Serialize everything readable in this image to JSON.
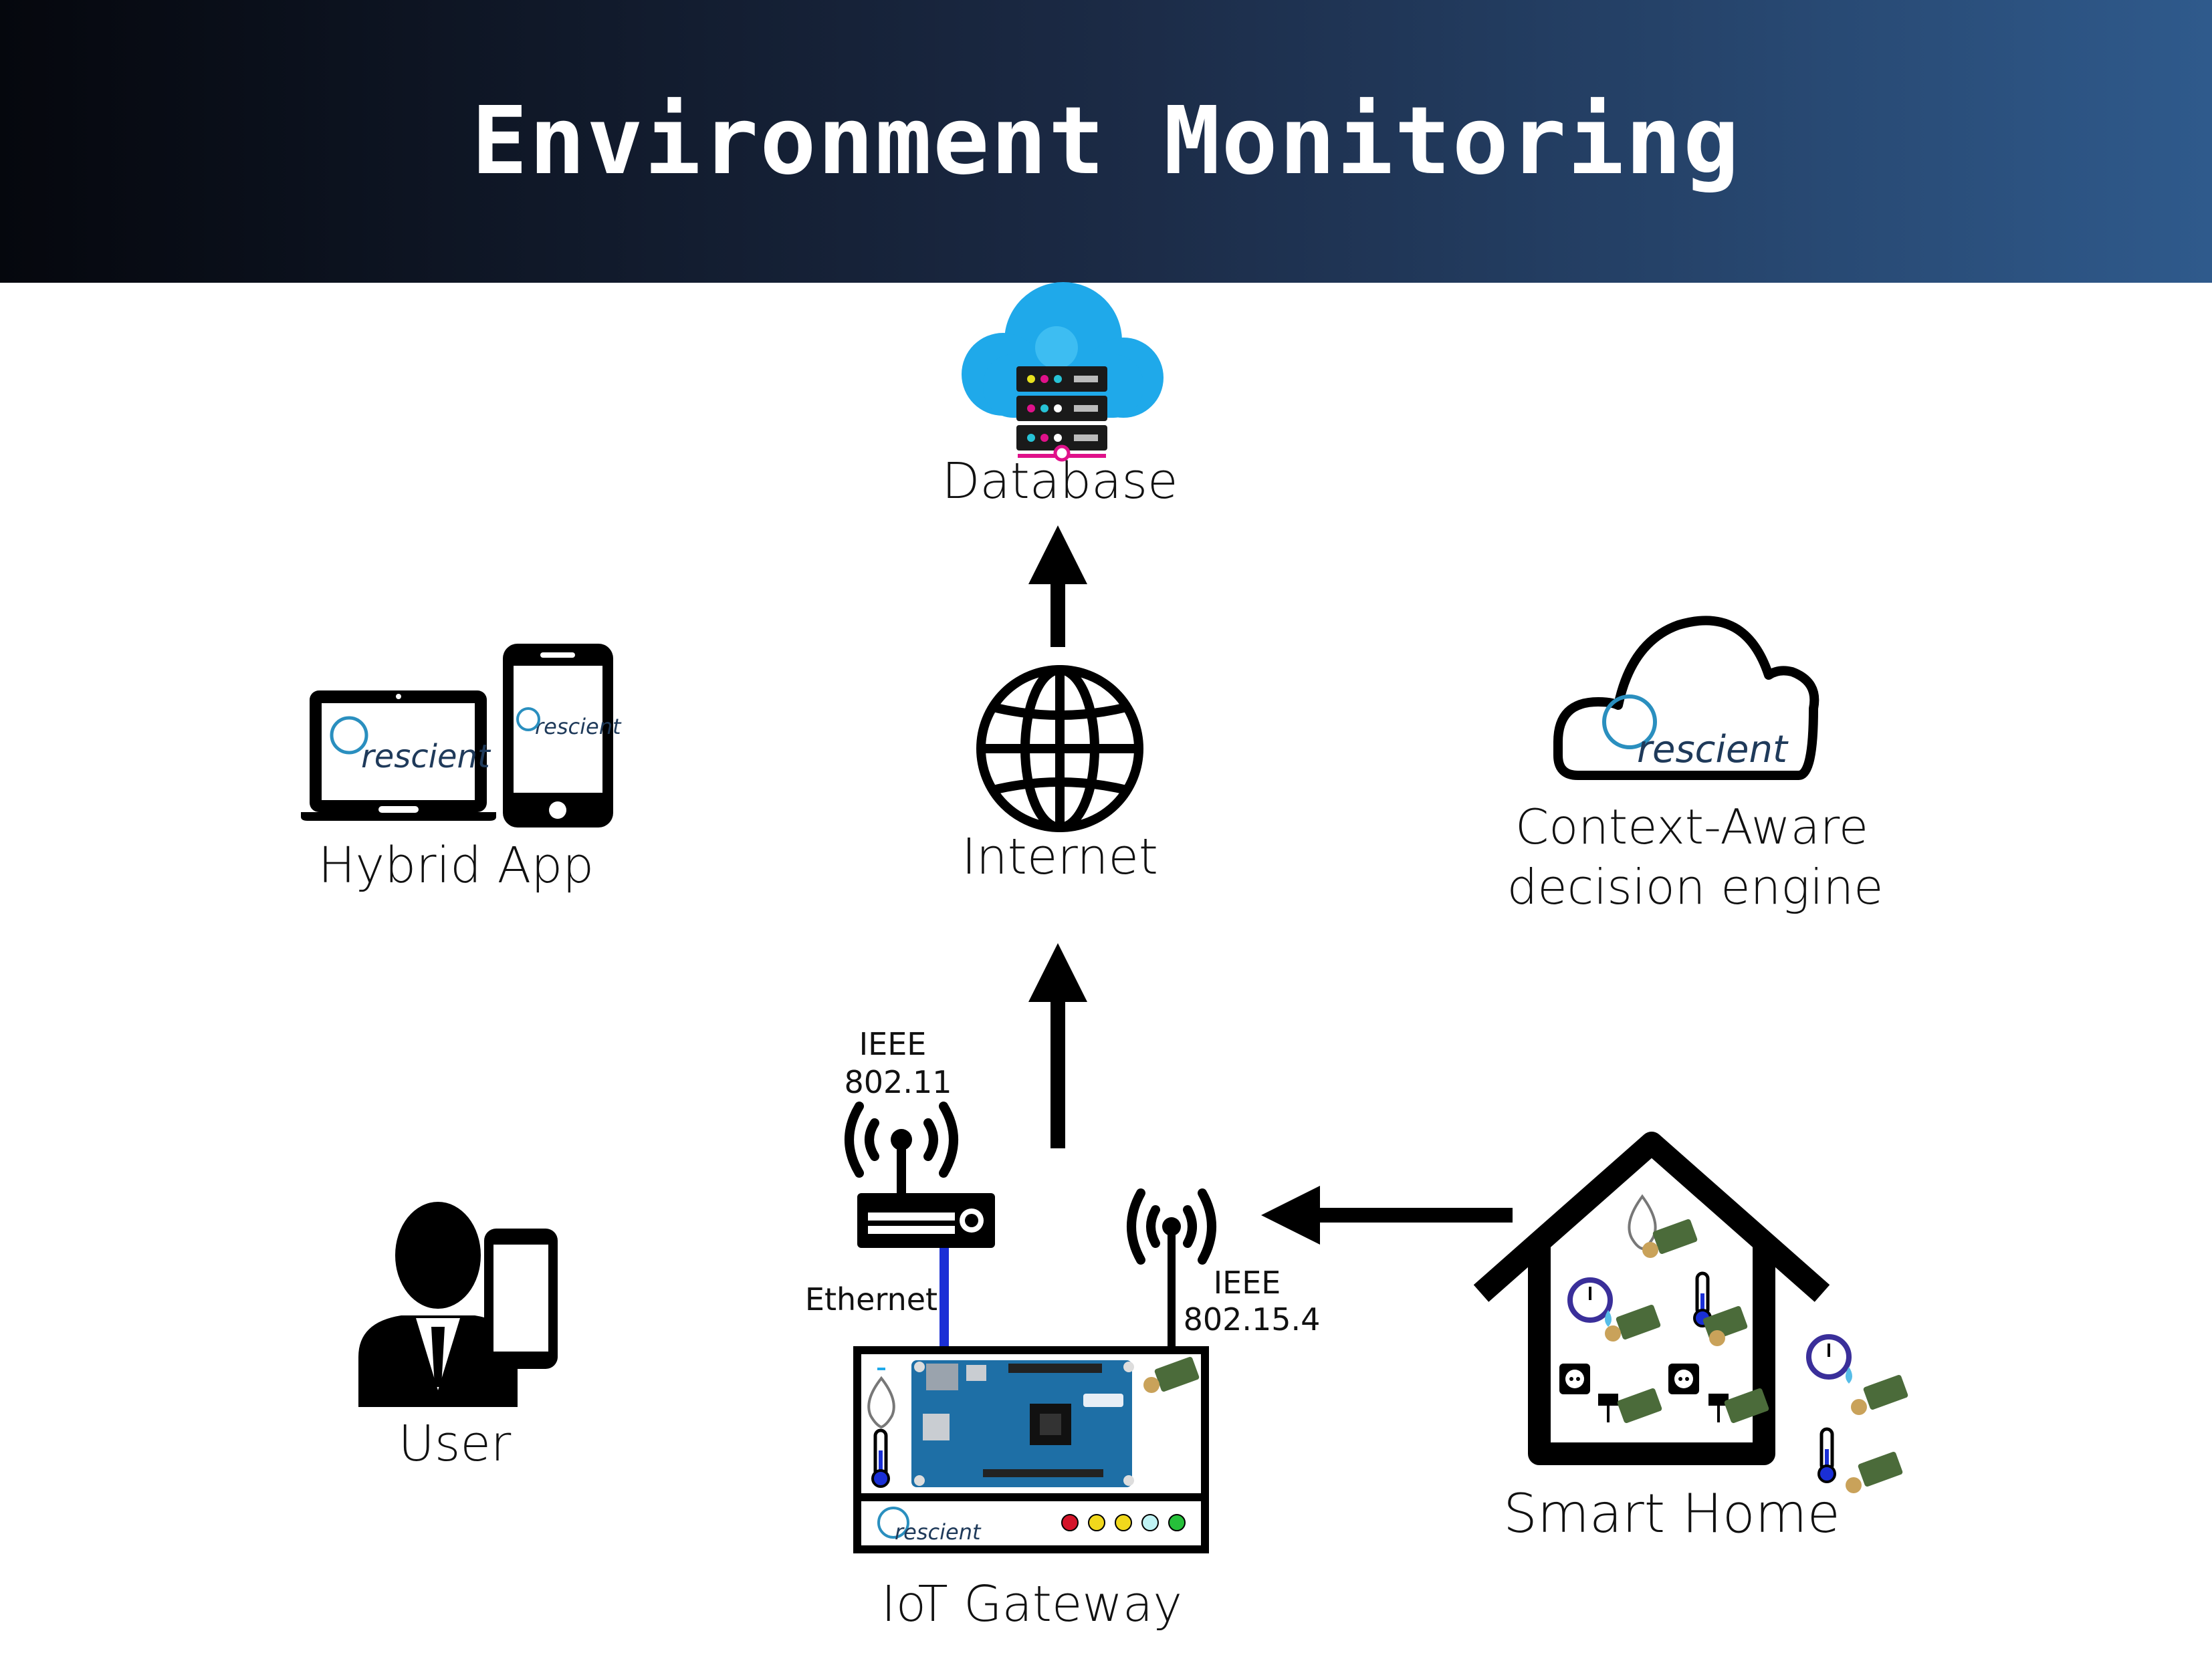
{
  "title": "Environment Monitoring",
  "nodes": {
    "database": "Database",
    "internet": "Internet",
    "hybrid_app": "Hybrid App",
    "decision_engine_line1": "Context-Aware",
    "decision_engine_line2": "decision engine",
    "user": "User",
    "iot_gateway": "IoT Gateway",
    "smart_home": "Smart Home"
  },
  "links": {
    "wifi_line1": "IEEE",
    "wifi_line2": "802.11",
    "ethernet": "Ethernet",
    "zigbee_line1": "IEEE",
    "zigbee_line2": "802.15.4"
  },
  "brand": "rescient",
  "colors": {
    "ethernet": "#1a2fd6",
    "cloud": "#1fa9ea",
    "database_accent": "#e0118a",
    "board": "#1e6fa6"
  }
}
